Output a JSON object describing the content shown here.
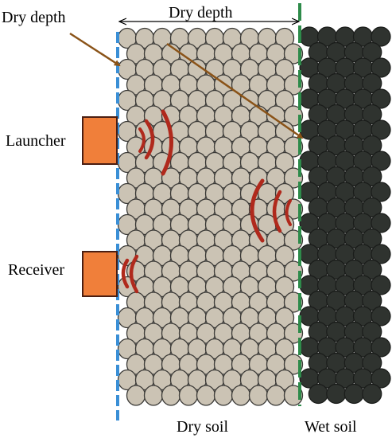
{
  "labels": {
    "dry_depth_left": "Dry depth",
    "dry_depth_top": "Dry depth",
    "launcher": "Launcher",
    "receiver": "Receiver",
    "dry_soil": "Dry soil",
    "wet_soil": "Wet soil"
  },
  "colors": {
    "dry_particle_fill": "#cbc3b4",
    "dry_particle_stroke": "#3b3a37",
    "wet_particle_fill": "#2f332f",
    "wet_particle_stroke": "#1a1c1a",
    "device_fill": "#f07f3a",
    "device_stroke": "#4a1e12",
    "wave": "#b0291c",
    "boundary_green": "#2e8b4a",
    "probe_blue": "#3a8fd6",
    "arrow": "#8a5318"
  }
}
